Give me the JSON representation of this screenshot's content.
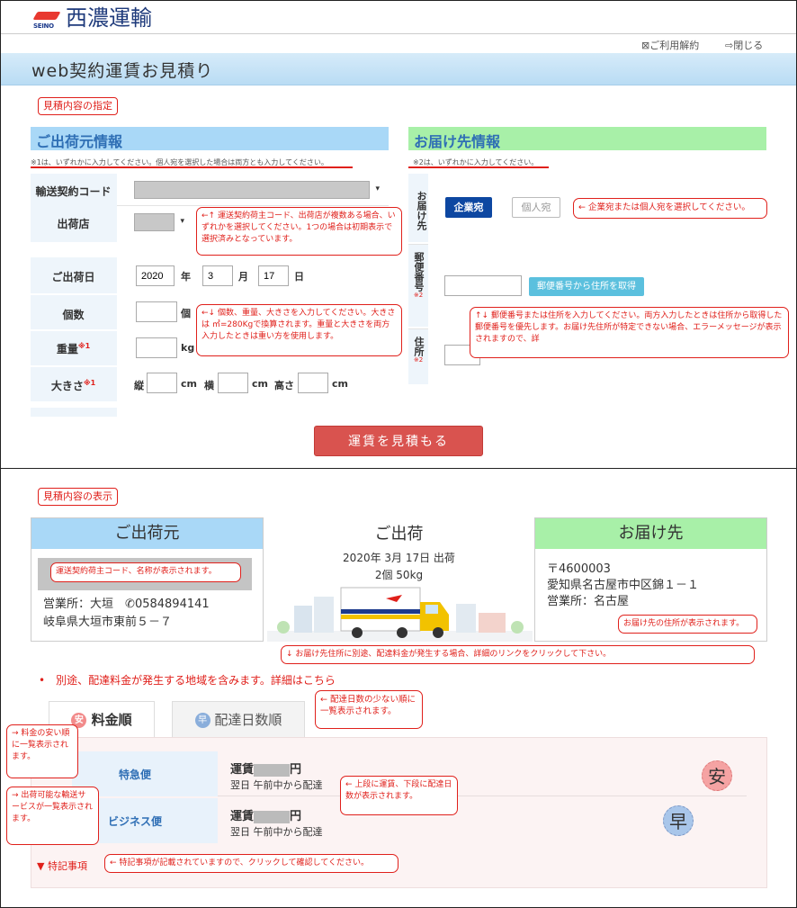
{
  "header": {
    "brand_mark": "SEINO",
    "brand_name": "西濃運輸",
    "terms_link": "ご利用解約",
    "close_link": "閉じる",
    "page_title": "web契約運賃お見積り"
  },
  "form_section": {
    "tag": "見積内容の指定",
    "shipper": {
      "heading": "ご出荷元情報",
      "note": "※1は、いずれかに入力してください。個人宛を選択した場合は両方とも入力してください。",
      "contract_code_label": "輸送契約コード",
      "store_label": "出荷店",
      "date_label": "ご出荷日",
      "year_value": "2020",
      "year_unit": "年",
      "month_value": "3",
      "month_unit": "月",
      "day_value": "17",
      "day_unit": "日",
      "count_label": "個数",
      "count_unit": "個",
      "weight_label": "重量",
      "weight_mark": "※1",
      "weight_unit": "kg",
      "size_label": "大きさ",
      "size_mark": "※1",
      "size_length": "縦",
      "size_width": "横",
      "size_height": "高さ",
      "size_unit": "cm"
    },
    "delivery": {
      "heading": "お届け先情報",
      "note": "※2は、いずれかに入力してください。",
      "dest_label": "お届け先",
      "corporate_button": "企業宛",
      "personal_button": "個人宛",
      "postal_label": "郵便番号",
      "postal_mark": "※2",
      "postal_lookup_button": "郵便番号から住所を取得",
      "address_label": "住所",
      "address_mark": "※2"
    },
    "estimate_button": "運賃を見積もる",
    "callouts": {
      "store": "←↑ 運送契約荷主コード、出荷店が複数ある場合、いずれかを選択してください。1つの場合は初期表示で選択済みとなっています。",
      "dest_type": "← 企業宛または個人宛を選択してください。",
      "size": "←↓ 個数、重量、大きさを入力してください。大きさは ㎥=280Kgで換算されます。重量と大きさを両方入力したときは重い方を使用します。",
      "postal": "↑↓ 郵便番号または住所を入力してください。両方入力したときは住所から取得した郵便番号を優先します。お届け先住所が特定できない場合、エラーメッセージが表示されますので、詳"
    }
  },
  "result_section": {
    "tag": "見積内容の表示",
    "origin": {
      "heading": "ご出荷元",
      "callout": "運送契約荷主コード、名称が表示されます。",
      "office": "営業所：大垣",
      "phone": "0584894141",
      "address": "岐阜県大垣市東前５－７"
    },
    "shipment": {
      "heading": "ご出荷",
      "date_line": "2020年 3月 17日 出荷",
      "qty_line": "2個 50kg"
    },
    "destination": {
      "heading": "お届け先",
      "postal": "〒4600003",
      "address": "愛知県名古屋市中区錦１－１",
      "office": "営業所：名古屋",
      "callout": "お届け先の住所が表示されます。"
    },
    "extra_fee_callout": "↓ お届け先住所に別途、配達料金が発生する場合、詳細のリンクをクリックして下さい。",
    "extra_fee_notice": "別途、配達料金が発生する地域を含みます。詳細はこちら",
    "tabs": [
      {
        "badge": "安",
        "label": "料金順"
      },
      {
        "badge": "早",
        "label": "配達日数順"
      }
    ],
    "tab_callout": "← 配達日数の少ない順に一覧表示されます。",
    "services": [
      {
        "name": "特急便",
        "fare_prefix": "運賃",
        "fare_suffix": "円",
        "delivery": "翌日 午前中から配達",
        "stamp": "安"
      },
      {
        "name": "ビジネス便",
        "fare_prefix": "運賃",
        "fare_suffix": "円",
        "delivery": "翌日 午前中から配達",
        "stamp": "早"
      }
    ],
    "fare_callout": "← 上段に運賃、下段に配達日数が表示されます。",
    "cheap_callout": "→ 料金の安い順に一覧表示されます。",
    "service_callout": "→ 出荷可能な輸送サービスが一覧表示されます。",
    "special_notes_link": "▼ 特記事項",
    "special_notes_callout": "← 特記事項が記載されていますので、クリックして確認してください。"
  },
  "colors": {
    "accent_red": "#e0201b",
    "origin_header": "#a9d8f7",
    "dest_header": "#a8f0a8",
    "brand_blue": "#1e3a7b"
  }
}
